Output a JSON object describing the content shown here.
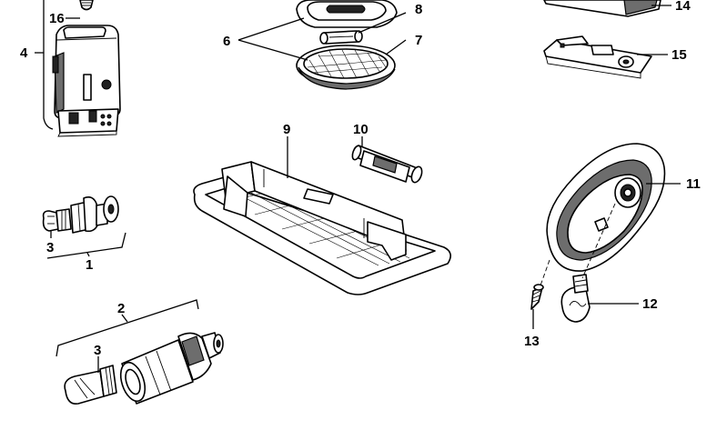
{
  "callouts": {
    "c1": "1",
    "c2": "2",
    "c3a": "3",
    "c3b": "3",
    "c4": "4",
    "c6": "6",
    "c7": "7",
    "c8": "8",
    "c9": "9",
    "c10": "10",
    "c11": "11",
    "c12": "12",
    "c13": "13",
    "c14": "14",
    "c15": "15",
    "c16": "16"
  }
}
